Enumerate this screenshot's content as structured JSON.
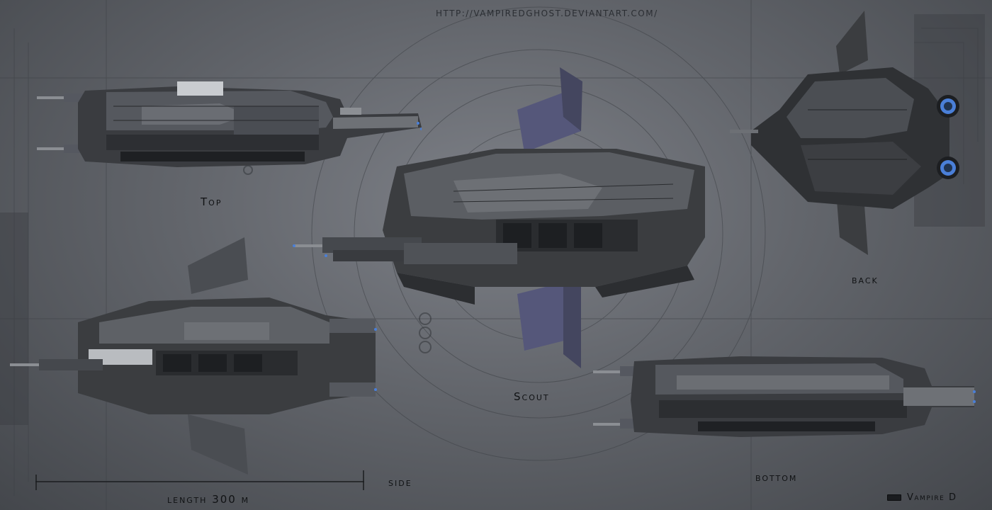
{
  "header": {
    "url": "HTTP://VAMPIREDGHOST.DEVIANTART.COM/"
  },
  "views": {
    "top": "Top",
    "side": "side",
    "scout": "Scout",
    "back": "back",
    "bottom": "bottom"
  },
  "scale": {
    "label": "length 300 m"
  },
  "signature": {
    "text": "Vampire D"
  },
  "colors": {
    "background": "#62656b",
    "hull_dark": "#2c2e31",
    "hull_mid": "#4a4d52",
    "hull_light": "#8a8d92",
    "fin_purple": "#55577a",
    "engine_glow": "#4a7fd8"
  }
}
